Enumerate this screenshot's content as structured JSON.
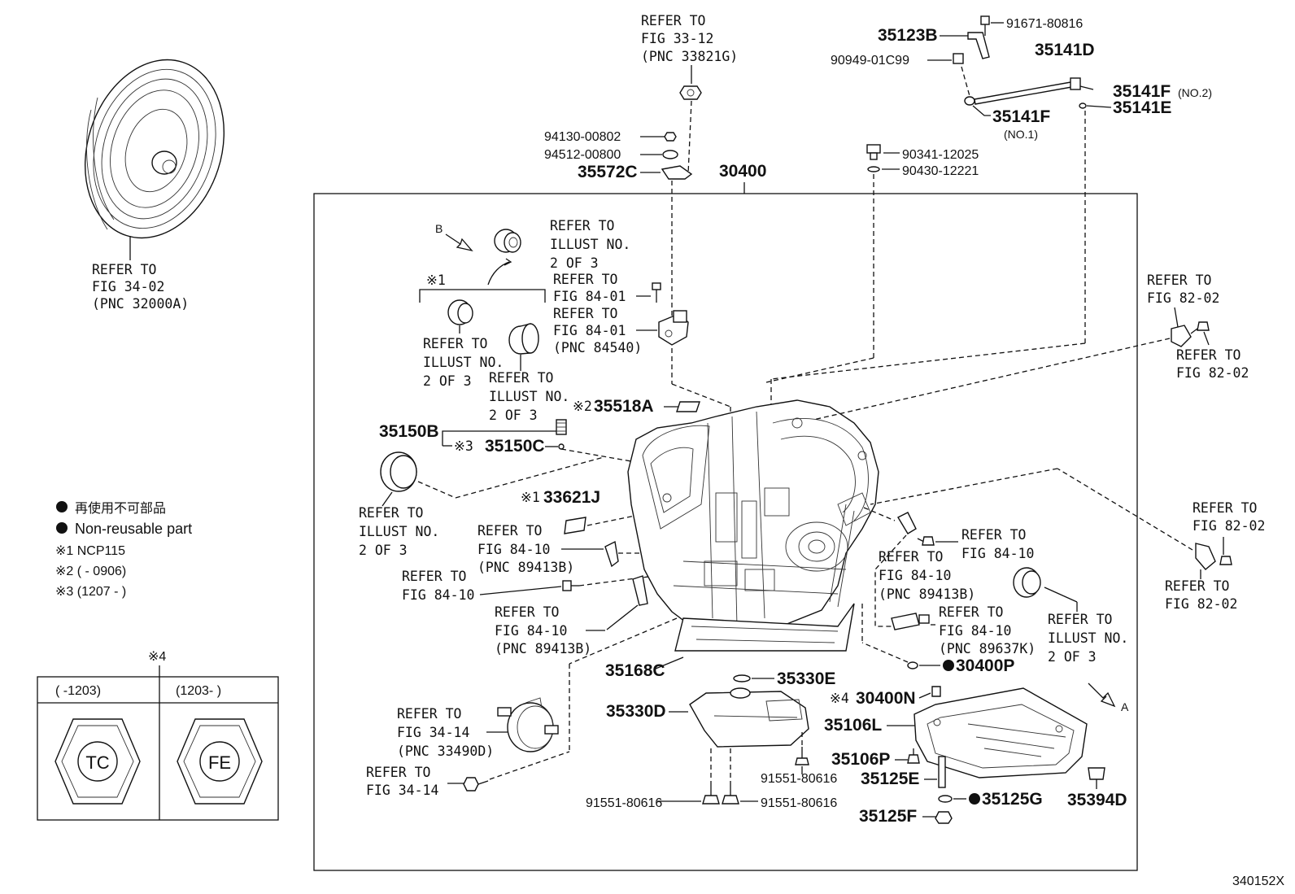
{
  "diagram_id": "340152X",
  "main_assembly": "30400",
  "refs": {
    "fig_34_02": [
      "REFER TO",
      "FIG 34-02",
      "(PNC 32000A)"
    ],
    "fig_33_12": [
      "REFER TO",
      "FIG 33-12",
      "(PNC 33821G)"
    ],
    "illust_top": [
      "REFER TO",
      "ILLUST NO.",
      "2 OF 3"
    ],
    "fig_84_01a": [
      "REFER TO",
      "FIG 84-01"
    ],
    "fig_84_01b": [
      "REFER TO",
      "FIG 84-01",
      "(PNC 84540)"
    ],
    "illust_mid_left": [
      "REFER TO",
      "ILLUST NO.",
      "2 OF 3"
    ],
    "illust_mid": [
      "REFER TO",
      "ILLUST NO.",
      "2 OF 3"
    ],
    "illust_left": [
      "REFER TO",
      "ILLUST NO.",
      "2 OF 3"
    ],
    "fig_84_10a": [
      "REFER TO",
      "FIG 84-10",
      "(PNC 89413B)"
    ],
    "fig_84_10b": [
      "REFER TO",
      "FIG 84-10"
    ],
    "fig_84_10c": [
      "REFER TO",
      "FIG 84-10",
      "(PNC 89413B)"
    ],
    "fig_84_10d": [
      "REFER TO",
      "FIG 84-10"
    ],
    "fig_84_10e": [
      "REFER TO",
      "FIG 84-10",
      "(PNC 89413B)"
    ],
    "fig_84_10f": [
      "REFER TO",
      "FIG 84-10",
      "(PNC 89637K)"
    ],
    "illust_right": [
      "REFER TO",
      "ILLUST NO.",
      "2 OF 3"
    ],
    "fig_82_02a": [
      "REFER TO",
      "FIG 82-02"
    ],
    "fig_82_02b": [
      "REFER TO",
      "FIG 82-02"
    ],
    "fig_82_02c": [
      "REFER TO",
      "FIG 82-02"
    ],
    "fig_82_02d": [
      "REFER TO",
      "FIG 82-02"
    ],
    "fig_34_14a": [
      "REFER TO",
      "FIG 34-14",
      "(PNC 33490D)"
    ],
    "fig_34_14b": [
      "REFER TO",
      "FIG 34-14"
    ]
  },
  "parts": {
    "p91671": "91671-80816",
    "p35123B": "35123B",
    "p90949": "90949-01C99",
    "p35141D": "35141D",
    "p35141F2": "35141F",
    "p35141F2_note": "(NO.2)",
    "p35141E": "35141E",
    "p35141F1": "35141F",
    "p35141F1_note": "(NO.1)",
    "p90341": "90341-12025",
    "p90430": "90430-12221",
    "p94130": "94130-00802",
    "p94512": "94512-00800",
    "p35572C": "35572C",
    "p35518A": "35518A",
    "p35150B": "35150B",
    "p35150C": "35150C",
    "p33621J": "33621J",
    "p35168C": "35168C",
    "p35330E": "35330E",
    "p30400P": "30400P",
    "p30400N": "30400N",
    "p35330D": "35330D",
    "p35106L": "35106L",
    "p35106P": "35106P",
    "p35125E": "35125E",
    "p35125G": "35125G",
    "p35394D": "35394D",
    "p35125F": "35125F",
    "p91551a": "91551-80616",
    "p91551b": "91551-80616",
    "p91551c": "91551-80616"
  },
  "marks": {
    "m1": "※1",
    "m2": "※2",
    "m3": "※3",
    "m4": "※4",
    "m1b": "※1",
    "m4b": "※4",
    "arrow_a": "A",
    "arrow_b": "B"
  },
  "legend": {
    "nonreusable_jp": "再使用不可部品",
    "nonreusable_en": "Non-reusable part",
    "note1": "※1 NCP115",
    "note2": "※2 (      - 0906)",
    "note3": "※3 (1207 -        )"
  },
  "variant_table": {
    "title": "※4",
    "col1_header": "(        -1203)",
    "col2_header": "(1203-          )",
    "col1_mark": "TC",
    "col2_mark": "FE"
  }
}
